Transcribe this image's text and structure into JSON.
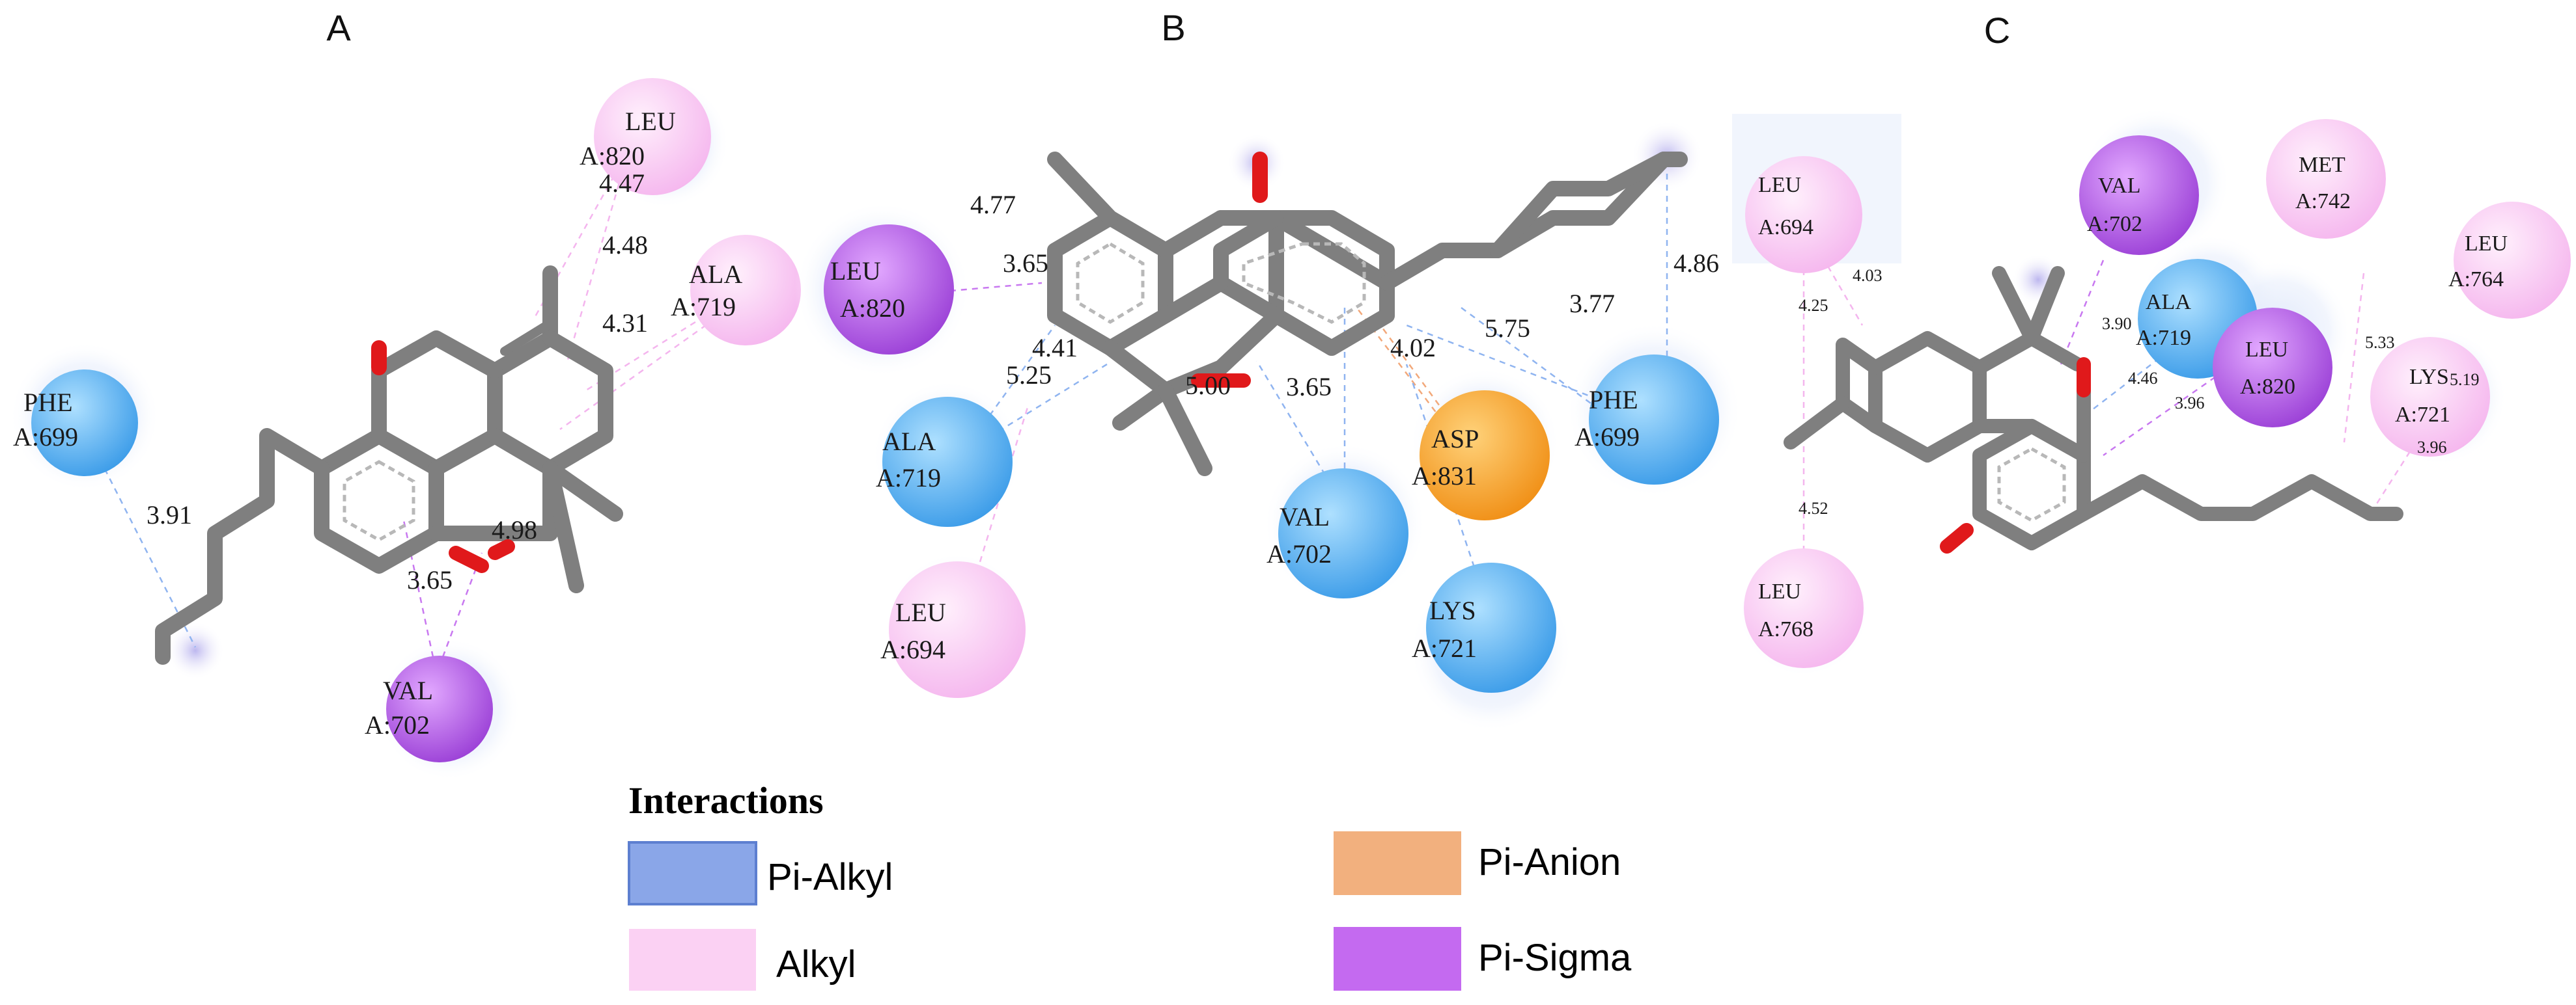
{
  "panels": [
    {
      "letter": "A"
    },
    {
      "letter": "B"
    },
    {
      "letter": "C"
    }
  ],
  "colors": {
    "pi_alkyl": "#8aa6e8",
    "alkyl": "#fbd1f3",
    "pi_anion": "#f2b07e",
    "pi_sigma": "#c46af0",
    "bond": "#7f7f7f",
    "oxygen": "#e0191b"
  },
  "residues": {
    "A": [
      {
        "name": "LEU",
        "id": "A:820",
        "type": "alkyl"
      },
      {
        "name": "ALA",
        "id": "A:719",
        "type": "alkyl"
      },
      {
        "name": "PHE",
        "id": "A:699",
        "type": "pi_alkyl"
      },
      {
        "name": "VAL",
        "id": "A:702",
        "type": "pi_sigma"
      }
    ],
    "B": [
      {
        "name": "LEU",
        "id": "A:820",
        "type": "pi_sigma"
      },
      {
        "name": "ALA",
        "id": "A:719",
        "type": "pi_alkyl"
      },
      {
        "name": "LEU",
        "id": "A:694",
        "type": "alkyl"
      },
      {
        "name": "VAL",
        "id": "A:702",
        "type": "pi_alkyl"
      },
      {
        "name": "ASP",
        "id": "A:831",
        "type": "pi_anion"
      },
      {
        "name": "LYS",
        "id": "A:721",
        "type": "pi_alkyl"
      },
      {
        "name": "PHE",
        "id": "A:699",
        "type": "pi_alkyl"
      }
    ],
    "C": [
      {
        "name": "LEU",
        "id": "A:694",
        "type": "alkyl"
      },
      {
        "name": "VAL",
        "id": "A:702",
        "type": "pi_sigma"
      },
      {
        "name": "MET",
        "id": "A:742",
        "type": "alkyl"
      },
      {
        "name": "LEU",
        "id": "A:764",
        "type": "alkyl"
      },
      {
        "name": "ALA",
        "id": "A:719",
        "type": "pi_alkyl"
      },
      {
        "name": "LEU",
        "id": "A:820",
        "type": "pi_sigma"
      },
      {
        "name": "LYS",
        "id": "A:721",
        "type": "alkyl"
      },
      {
        "name": "LEU",
        "id": "A:768",
        "type": "alkyl"
      }
    ]
  },
  "distances": {
    "A": [
      "4.47",
      "4.48",
      "4.31",
      "3.91",
      "3.65",
      "4.98"
    ],
    "B": [
      "4.77",
      "3.65",
      "4.41",
      "5.25",
      "5.00",
      "3.65",
      "4.02",
      "5.75",
      "3.77",
      "4.86"
    ],
    "C": [
      "4.03",
      "4.25",
      "4.52",
      "3.90",
      "4.46",
      "3.96",
      "5.33",
      "5.19",
      "3.96"
    ]
  },
  "legend": {
    "title": "Interactions",
    "items": [
      {
        "label": "Pi-Alkyl",
        "type": "pi_alkyl"
      },
      {
        "label": "Alkyl",
        "type": "alkyl"
      },
      {
        "label": "Pi-Anion",
        "type": "pi_anion"
      },
      {
        "label": "Pi-Sigma",
        "type": "pi_sigma"
      }
    ]
  }
}
